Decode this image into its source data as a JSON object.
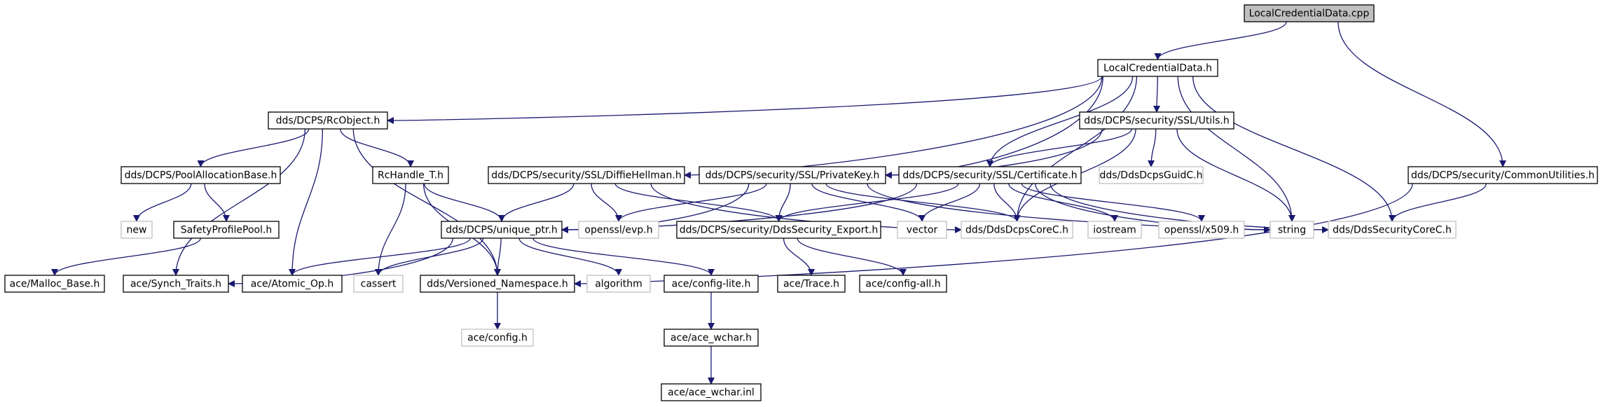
{
  "graph": {
    "nodes": [
      {
        "id": "root",
        "label": "LocalCredentialData.cpp",
        "style": "root"
      },
      {
        "id": "lcd_h",
        "label": "LocalCredentialData.h",
        "style": "solid"
      },
      {
        "id": "rcobject",
        "label": "dds/DCPS/RcObject.h",
        "style": "solid"
      },
      {
        "id": "utils",
        "label": "dds/DCPS/security/SSL/Utils.h",
        "style": "solid"
      },
      {
        "id": "common",
        "label": "dds/DCPS/security/CommonUtilities.h",
        "style": "solid"
      },
      {
        "id": "pool",
        "label": "dds/DCPS/PoolAllocationBase.h",
        "style": "solid"
      },
      {
        "id": "rchandle",
        "label": "RcHandle_T.h",
        "style": "solid"
      },
      {
        "id": "diffie",
        "label": "dds/DCPS/security/SSL/DiffieHellman.h",
        "style": "solid"
      },
      {
        "id": "privkey",
        "label": "dds/DCPS/security/SSL/PrivateKey.h",
        "style": "solid"
      },
      {
        "id": "cert",
        "label": "dds/DCPS/security/SSL/Certificate.h",
        "style": "solid"
      },
      {
        "id": "guidc",
        "label": "dds/DdsDcpsGuidC.h",
        "style": "sys"
      },
      {
        "id": "new",
        "label": "new",
        "style": "sys"
      },
      {
        "id": "safety",
        "label": "SafetyProfilePool.h",
        "style": "solid"
      },
      {
        "id": "unique",
        "label": "dds/DCPS/unique_ptr.h",
        "style": "solid"
      },
      {
        "id": "evp",
        "label": "openssl/evp.h",
        "style": "sys"
      },
      {
        "id": "export",
        "label": "dds/DCPS/security/DdsSecurity_Export.h",
        "style": "solid"
      },
      {
        "id": "vector",
        "label": "vector",
        "style": "sys"
      },
      {
        "id": "corec",
        "label": "dds/DdsDcpsCoreC.h",
        "style": "sys"
      },
      {
        "id": "iostream",
        "label": "iostream",
        "style": "sys"
      },
      {
        "id": "x509",
        "label": "openssl/x509.h",
        "style": "sys"
      },
      {
        "id": "string",
        "label": "string",
        "style": "sys"
      },
      {
        "id": "seccorec",
        "label": "dds/DdsSecurityCoreC.h",
        "style": "sys"
      },
      {
        "id": "malloc",
        "label": "ace/Malloc_Base.h",
        "style": "solid"
      },
      {
        "id": "synch",
        "label": "ace/Synch_Traits.h",
        "style": "solid"
      },
      {
        "id": "atomic",
        "label": "ace/Atomic_Op.h",
        "style": "solid"
      },
      {
        "id": "cassert",
        "label": "cassert",
        "style": "sys"
      },
      {
        "id": "versioned",
        "label": "dds/Versioned_Namespace.h",
        "style": "solid"
      },
      {
        "id": "algorithm",
        "label": "algorithm",
        "style": "sys"
      },
      {
        "id": "configlite",
        "label": "ace/config-lite.h",
        "style": "solid"
      },
      {
        "id": "trace",
        "label": "ace/Trace.h",
        "style": "solid"
      },
      {
        "id": "configall",
        "label": "ace/config-all.h",
        "style": "solid"
      },
      {
        "id": "config",
        "label": "ace/config.h",
        "style": "sys"
      },
      {
        "id": "wchar_h",
        "label": "ace/ace_wchar.h",
        "style": "solid"
      },
      {
        "id": "wchar_inl",
        "label": "ace/ace_wchar.inl",
        "style": "solid"
      }
    ],
    "edges": [
      [
        "root",
        "lcd_h"
      ],
      [
        "root",
        "common"
      ],
      [
        "lcd_h",
        "rcobject"
      ],
      [
        "lcd_h",
        "utils"
      ],
      [
        "lcd_h",
        "diffie"
      ],
      [
        "lcd_h",
        "privkey"
      ],
      [
        "lcd_h",
        "cert"
      ],
      [
        "lcd_h",
        "corec"
      ],
      [
        "lcd_h",
        "string"
      ],
      [
        "lcd_h",
        "seccorec"
      ],
      [
        "rcobject",
        "pool"
      ],
      [
        "rcobject",
        "rchandle"
      ],
      [
        "rcobject",
        "synch"
      ],
      [
        "rcobject",
        "atomic"
      ],
      [
        "rcobject",
        "versioned"
      ],
      [
        "pool",
        "new"
      ],
      [
        "pool",
        "safety"
      ],
      [
        "safety",
        "malloc"
      ],
      [
        "rchandle",
        "unique"
      ],
      [
        "rchandle",
        "cassert"
      ],
      [
        "rchandle",
        "versioned"
      ],
      [
        "utils",
        "privkey"
      ],
      [
        "utils",
        "cert"
      ],
      [
        "utils",
        "guidc"
      ],
      [
        "utils",
        "corec"
      ],
      [
        "utils",
        "string"
      ],
      [
        "common",
        "seccorec"
      ],
      [
        "common",
        "versioned"
      ],
      [
        "diffie",
        "unique"
      ],
      [
        "diffie",
        "evp"
      ],
      [
        "diffie",
        "export"
      ],
      [
        "diffie",
        "corec"
      ],
      [
        "privkey",
        "unique"
      ],
      [
        "privkey",
        "evp"
      ],
      [
        "privkey",
        "export"
      ],
      [
        "privkey",
        "vector"
      ],
      [
        "privkey",
        "corec"
      ],
      [
        "privkey",
        "string"
      ],
      [
        "cert",
        "unique"
      ],
      [
        "cert",
        "export"
      ],
      [
        "cert",
        "vector"
      ],
      [
        "cert",
        "corec"
      ],
      [
        "cert",
        "iostream"
      ],
      [
        "cert",
        "x509"
      ],
      [
        "cert",
        "string"
      ],
      [
        "cert",
        "seccorec"
      ],
      [
        "unique",
        "synch"
      ],
      [
        "unique",
        "atomic"
      ],
      [
        "unique",
        "cassert"
      ],
      [
        "unique",
        "versioned"
      ],
      [
        "unique",
        "algorithm"
      ],
      [
        "unique",
        "configlite"
      ],
      [
        "export",
        "trace"
      ],
      [
        "export",
        "configall"
      ],
      [
        "versioned",
        "config"
      ],
      [
        "configlite",
        "wchar_h"
      ],
      [
        "wchar_h",
        "wchar_inl"
      ]
    ]
  }
}
